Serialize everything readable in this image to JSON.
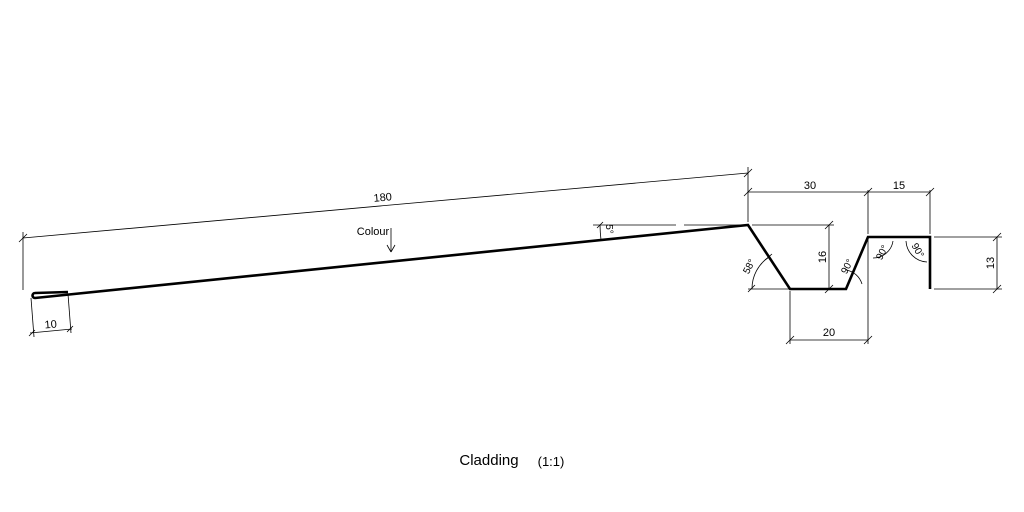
{
  "drawing": {
    "title": "Cladding",
    "scale": "(1:1)",
    "material_note": "Colour"
  },
  "dimensions": {
    "slope_length": "180",
    "hem_length": "10",
    "top_run": "30",
    "step_width": "15",
    "channel_depth": "16",
    "channel_base": "20",
    "step_height": "13"
  },
  "angles": {
    "pitch": "5°",
    "chamfer": "58°",
    "corner_1": "90°",
    "corner_2": "90°",
    "corner_3": "90°"
  }
}
